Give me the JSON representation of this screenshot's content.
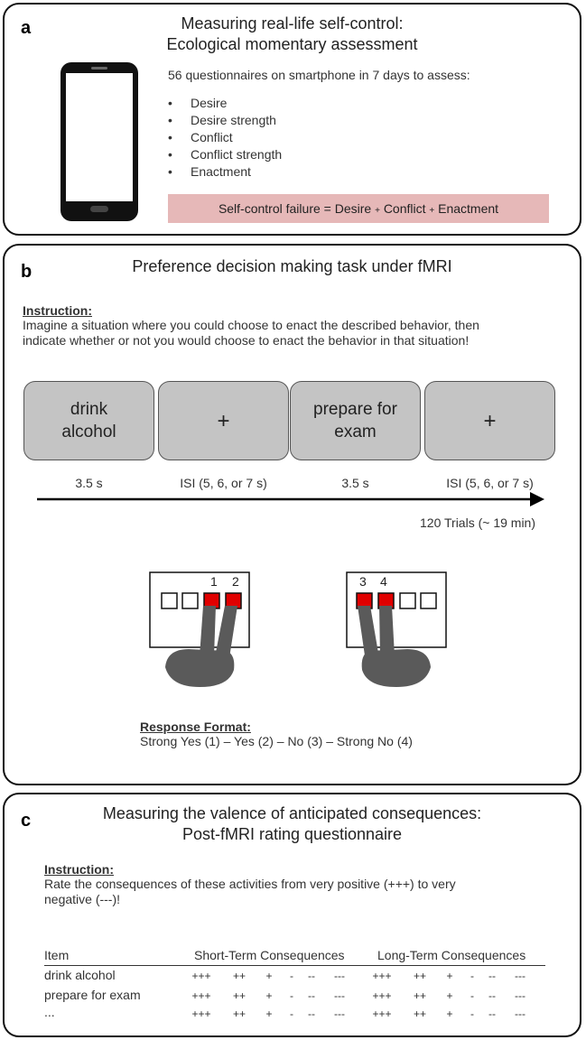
{
  "panel_a": {
    "letter": "a",
    "title_line1": "Measuring real-life self-control:",
    "title_line2": "Ecological momentary  assessment",
    "intro": "56 questionnaires on smartphone in 7 days to assess:",
    "bullets": [
      "Desire",
      "Desire strength",
      "Conflict",
      "Conflict strength",
      "Enactment"
    ],
    "formula": {
      "lhs": "Self-control failure = Desire",
      "plus": "+",
      "term2": "Conflict",
      "term3": "Enactment"
    }
  },
  "panel_b": {
    "letter": "b",
    "title": "Preference decision making task under fMRI",
    "instruction_head": "Instruction:",
    "instruction_line1": "Imagine a situation where you could choose to enact the described behavior, then",
    "instruction_line2": "indicate whether or not you would choose to enact the behavior in that situation!",
    "trials": [
      {
        "line1": "drink",
        "line2": "alcohol",
        "duration": "3.5 s"
      },
      {
        "line1": "+",
        "line2": "",
        "duration": "ISI (5, 6, or 7 s)"
      },
      {
        "line1": "prepare for",
        "line2": "exam",
        "duration": "3.5 s"
      },
      {
        "line1": "+",
        "line2": "",
        "duration": "ISI (5, 6, or 7 s)"
      }
    ],
    "trials_note": "120 Trials (~ 19 min)",
    "keys_left": [
      "1",
      "2"
    ],
    "keys_right": [
      "3",
      "4"
    ],
    "response_head": "Response Format:",
    "response_text": "Strong Yes (1) – Yes (2) – No (3) – Strong No (4)",
    "colors": {
      "box_fill": "#c4c4c4",
      "key_red": "#e00000",
      "hand_gray": "#5a5a5a"
    }
  },
  "panel_c": {
    "letter": "c",
    "title_line1": "Measuring the valence of anticipated consequences:",
    "title_line2": "Post-fMRI rating questionnaire",
    "instruction_head": "Instruction:",
    "instruction_line1": "Rate the consequences of these activities from very positive (+++) to very",
    "instruction_line2": "negative (---)!",
    "table": {
      "col_item": "Item",
      "col_short": "Short-Term Consequences",
      "col_long": "Long-Term Consequences",
      "scale": [
        "+++",
        "++",
        "+",
        "-",
        "--",
        "---"
      ],
      "rows": [
        "drink alcohol",
        "prepare for exam",
        "..."
      ]
    }
  }
}
